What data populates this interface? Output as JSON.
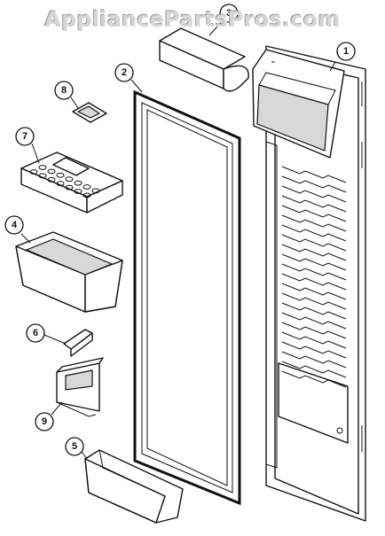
{
  "watermark": "AppliancePartsPros.com",
  "callouts": [
    {
      "id": "1",
      "label": "1",
      "part": "door-liner"
    },
    {
      "id": "2",
      "label": "2",
      "part": "door-gasket"
    },
    {
      "id": "3",
      "label": "3",
      "part": "dairy-cover"
    },
    {
      "id": "4",
      "label": "4",
      "part": "door-shelf-bin"
    },
    {
      "id": "5",
      "label": "5",
      "part": "bottom-shelf-bin"
    },
    {
      "id": "6",
      "label": "6",
      "part": "bin-clip"
    },
    {
      "id": "7",
      "label": "7",
      "part": "egg-tray"
    },
    {
      "id": "8",
      "label": "8",
      "part": "bin-clip-small"
    },
    {
      "id": "9",
      "label": "9",
      "part": "bin-cap"
    }
  ]
}
